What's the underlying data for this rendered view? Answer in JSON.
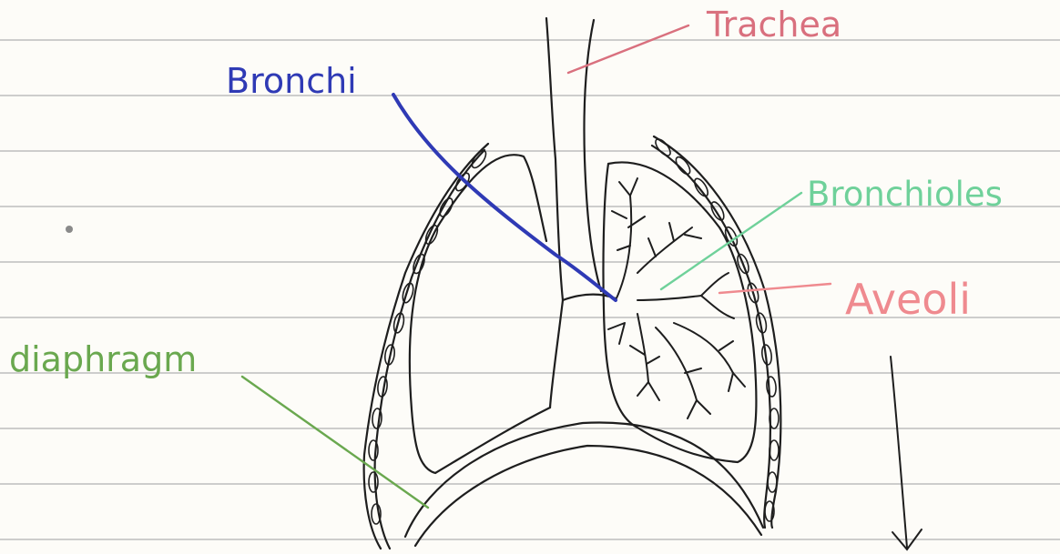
{
  "labels": {
    "trachea": "Trachea",
    "bronchi": "Bronchi",
    "bronchioles": "Bronchioles",
    "aveoli": "Aveoli",
    "diaphragm": "diaphragm"
  },
  "colors": {
    "paper": "#fdfcf8",
    "rule_line": "#bdbdbd",
    "outline": "#1e1e1e",
    "trachea": "#d9707e",
    "bronchi": "#2f3ab5",
    "bronchioles": "#6fd19a",
    "aveoli": "#ef8a8f",
    "diaphragm": "#6aa84f"
  }
}
